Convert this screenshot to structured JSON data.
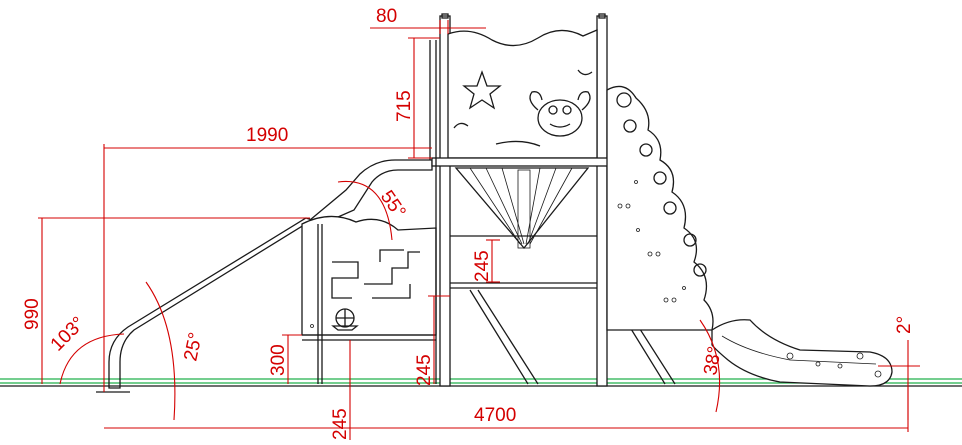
{
  "drawing": {
    "dimensions": {
      "post_top": "80",
      "panel_height": "715",
      "slide_reach": "1990",
      "slide_height": "990",
      "slide_angle": "55°",
      "platform_step": "245",
      "step_height": "300",
      "platform_height": "245",
      "ground_clearance": "245",
      "total_length": "4700",
      "slide_exit_angle": "103°",
      "slide_slope": "25°",
      "tube_slide_angle": "38°",
      "exit_angle": "2°"
    },
    "colors": {
      "dimension": "#d40000",
      "ground": "#22b14c",
      "outline": "#1a1a1a"
    }
  }
}
